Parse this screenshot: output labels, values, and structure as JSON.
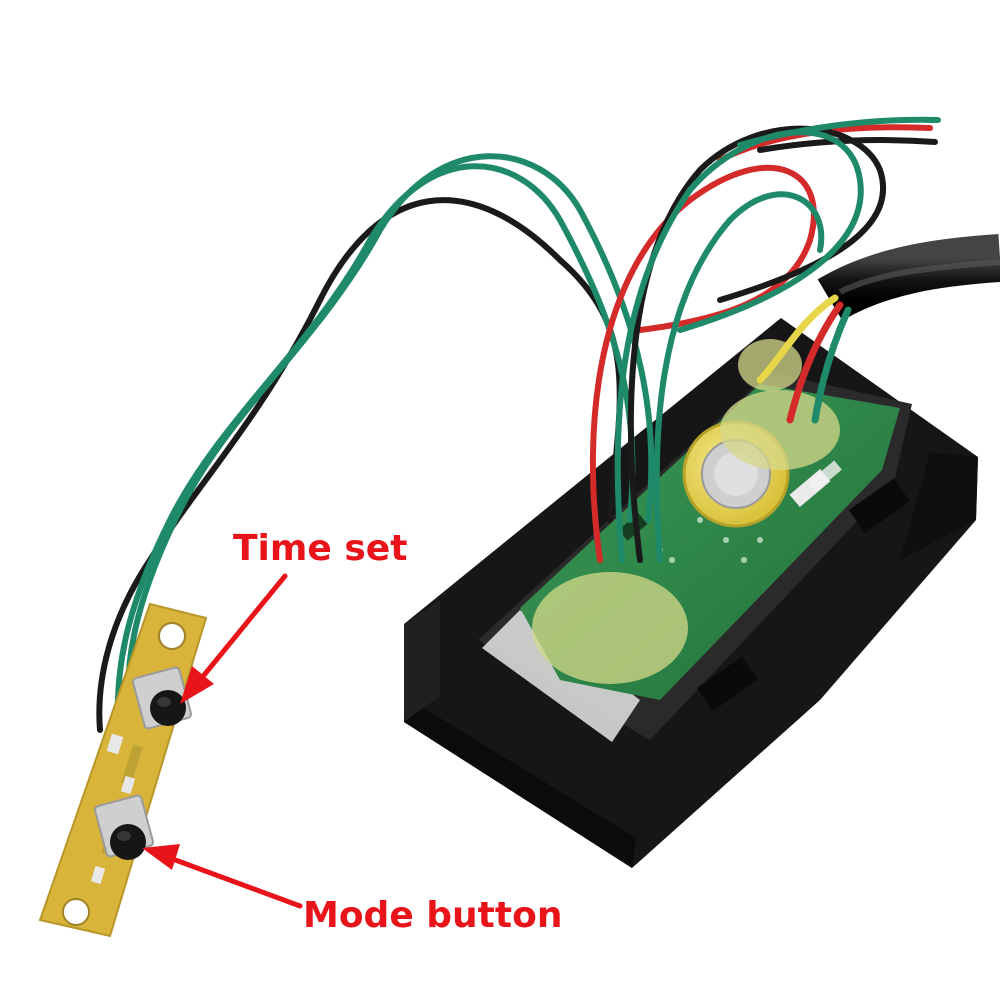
{
  "annotations": {
    "time_set_label": "Time set",
    "mode_button_label": "Mode button"
  },
  "colors": {
    "annotation": "#e8141a",
    "housing": "#1b1b1b",
    "pcb_green": "#2f8a47",
    "button_board": "#d8b43a",
    "wire_red": "#d42a2a",
    "wire_green": "#1f8a6a",
    "wire_black": "#1a1a1a",
    "glue": "#d6d98a",
    "coin_cell": "#e7d64a"
  },
  "icons": {
    "time_set_arrow": "arrow-pointer",
    "mode_button_arrow": "arrow-pointer"
  }
}
